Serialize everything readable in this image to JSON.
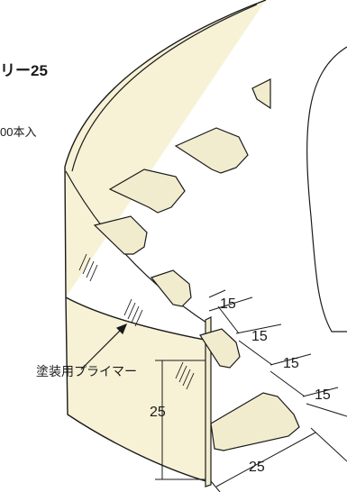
{
  "product": {
    "title_fragment": "リー25",
    "quantity_fragment": "00本入"
  },
  "callout": {
    "label": "塗装用プライマー"
  },
  "dimensions": {
    "tab_gap_1": "15",
    "tab_gap_2": "15",
    "tab_gap_3": "15",
    "tab_gap_4": "15",
    "height": "25",
    "width": "25"
  },
  "colors": {
    "strip_fill": "#f7f2d6",
    "tab_fill": "#f2ecce",
    "line": "#1a1a1a"
  }
}
